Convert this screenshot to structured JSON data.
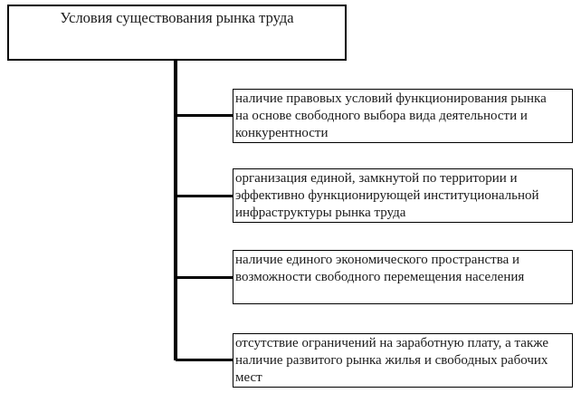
{
  "diagram": {
    "root": {
      "label": "Условия существования рынка труда"
    },
    "branches": [
      {
        "text": "наличие правовых условий функционирования рынка\nна основе свободного выбора вида деятельности и\nконкурентности"
      },
      {
        "text": "организация единой, замкнутой по территории и\nэффективно функционирующей институциональной\nинфраструктуры рынка труда"
      },
      {
        "text": "наличие единого экономического пространства и\nвозможности свободного перемещения населения"
      },
      {
        "text": "отсутствие ограничений на заработную плату, а также\nналичие развитого рынка жилья и свободных рабочих\nмест"
      }
    ],
    "colors": {
      "background": "#ffffff",
      "border": "#000000",
      "line": "#000000",
      "text": "#1a1a1a"
    }
  }
}
